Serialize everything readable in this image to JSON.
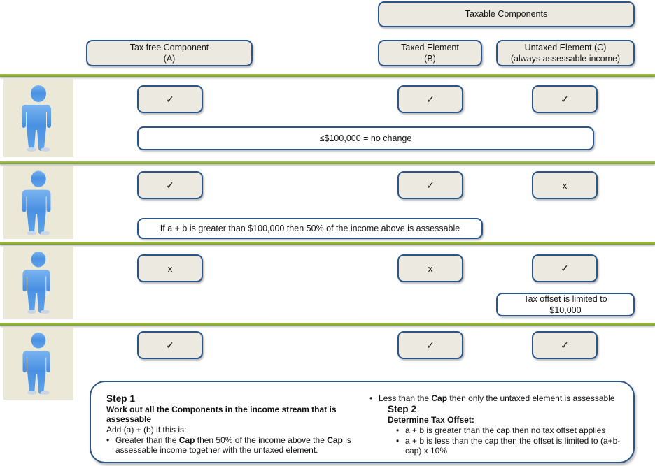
{
  "headers": {
    "taxable_components": "Taxable Components",
    "tax_free_component": "Tax free Component",
    "tax_free_component_letter": "(A)",
    "taxed_element": "Taxed Element",
    "taxed_element_letter": "(B)",
    "untaxed_element": "Untaxed Element (C)",
    "untaxed_element_sub": "(always  assessable income)"
  },
  "marks": {
    "tick": "✓",
    "cross": "x"
  },
  "rows": [
    {
      "person_label": "person-icon",
      "a": "✓",
      "b": "✓",
      "c": "✓",
      "note": "≤$100,000 = no change"
    },
    {
      "person_label": "person-icon",
      "a": "✓",
      "b": "✓",
      "c": "x",
      "note": "If a + b is greater than $100,000 then 50% of the income above  is assessable"
    },
    {
      "person_label": "person-icon",
      "a": "x",
      "b": "x",
      "c": "✓",
      "note_line1": "Tax offset is limited to",
      "note_line2": "$10,000"
    },
    {
      "person_label": "person-icon",
      "a": "✓",
      "b": "✓",
      "c": "✓"
    }
  ],
  "steps": {
    "step1_title": "Step 1",
    "step1_subtitle": "Work out all the Components in the income stream that is assessable",
    "step1_line": "Add (a) + (b)  if this is:",
    "step1_bullet_part1": "Greater than the ",
    "step1_bullet_cap1": "Cap",
    "step1_bullet_part2": "  then 50% of the income above the ",
    "step1_bullet_cap2": "Cap",
    "step1_bullet_part3": "  is assessable income together with the untaxed element.",
    "right_bullet_part1": "Less than the ",
    "right_bullet_cap": "Cap",
    "right_bullet_part2": " then only the untaxed element is assessable",
    "step2_title": "Step 2",
    "step2_subtitle": "Determine  Tax Offset:",
    "step2_bullet1": "a + b is greater than the cap then no tax offset applies",
    "step2_bullet2": "a + b is less than the cap then the offset is limited to (a+b-cap) x 10%",
    "bullet_glyph": "•"
  },
  "colors": {
    "border_blue": "#2b5588",
    "box_fill": "#eceae0",
    "separator_green": "#8fb13c",
    "person_blue": "#4a90e2",
    "tile_beige": "#ece8d8"
  }
}
